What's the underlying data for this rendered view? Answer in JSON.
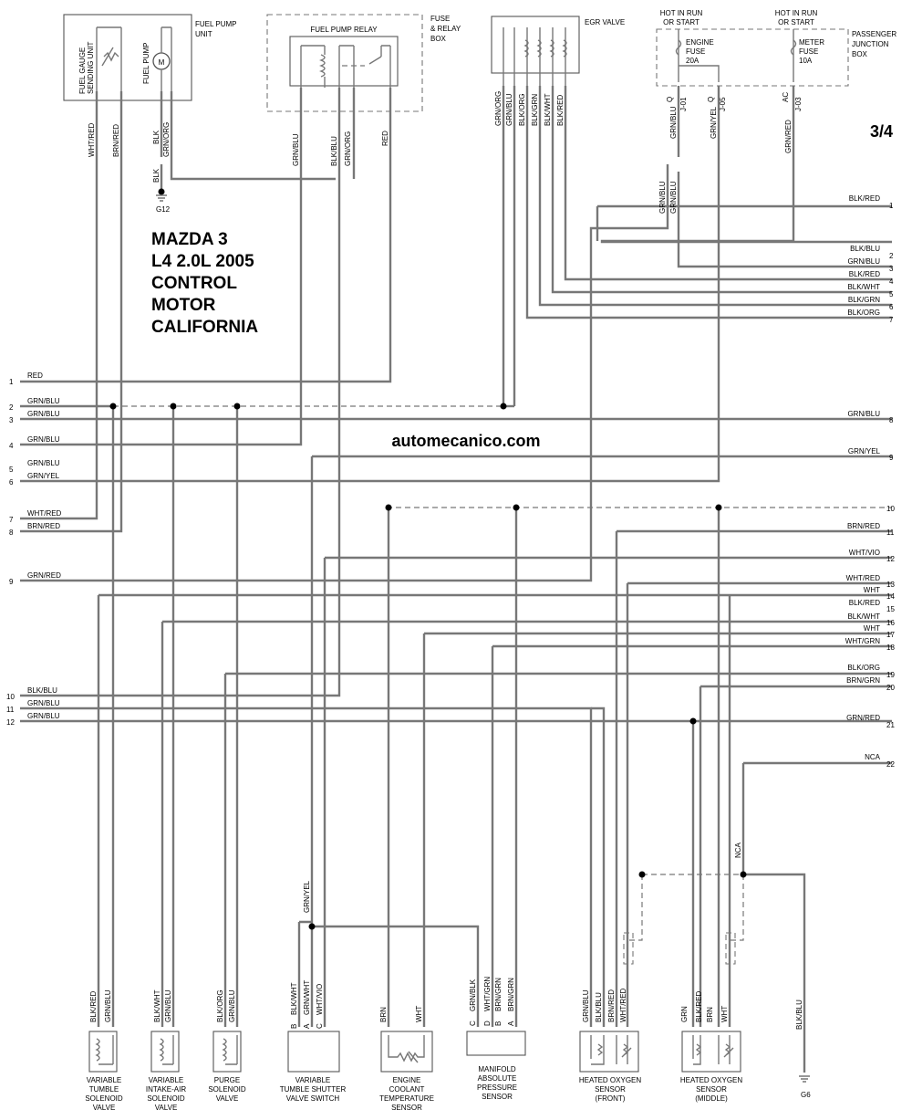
{
  "title_block": [
    "MAZDA 3",
    "L4 2.0L 2005",
    "CONTROL",
    "MOTOR",
    "CALIFORNIA"
  ],
  "page_indicator": "3/4",
  "watermark": "automecanico.com",
  "components": {
    "fuel_pump_unit": {
      "label": [
        "FUEL PUMP",
        "UNIT"
      ],
      "gauge": [
        "FUEL GAUGE",
        "SENDING UNIT"
      ],
      "pump": "FUEL PUMP",
      "motor": "M"
    },
    "fuse_relay_box": {
      "label": [
        "FUSE",
        "& RELAY",
        "BOX"
      ],
      "relay": "FUEL PUMP RELAY"
    },
    "egr_valve": "EGR VALVE",
    "passenger_junction_box": {
      "label": [
        "PASSENGER",
        "JUNCTION",
        "BOX"
      ],
      "hot1": [
        "HOT IN RUN",
        "OR START"
      ],
      "hot2": [
        "HOT IN RUN",
        "OR START"
      ],
      "fuse1": [
        "ENGINE",
        "FUSE",
        "20A"
      ],
      "fuse2": [
        "METER",
        "FUSE",
        "10A"
      ],
      "pins": [
        "Q",
        "J-01",
        "Q",
        "J-05",
        "AC",
        "J-03"
      ]
    },
    "ground_g12": "G12",
    "ground_g6": "G6",
    "bottom": [
      {
        "name": [
          "VARIABLE",
          "TUMBLE",
          "SOLENOID",
          "VALVE"
        ],
        "wires": [
          "BLK/RED",
          "GRN/BLU"
        ]
      },
      {
        "name": [
          "VARIABLE",
          "INTAKE-AIR",
          "SOLENOID",
          "VALVE"
        ],
        "wires": [
          "BLK/WHT",
          "GRN/BLU"
        ]
      },
      {
        "name": [
          "PURGE",
          "SOLENOID",
          "VALVE"
        ],
        "wires": [
          "BLK/ORG",
          "GRN/BLU"
        ]
      },
      {
        "name": [
          "VARIABLE",
          "TUMBLE SHUTTER",
          "VALVE SWITCH"
        ],
        "wires": [
          "BLK/WHT",
          "GRN/WHT",
          "WHT/VIO"
        ],
        "pins": [
          "B",
          "A",
          "C"
        ]
      },
      {
        "name": [
          "ENGINE",
          "COOLANT",
          "TEMPERATURE",
          "SENSOR"
        ],
        "wires": [
          "BRN",
          "WHT"
        ]
      },
      {
        "name": [
          "MANIFOLD",
          "ABSOLUTE",
          "PRESSURE",
          "SENSOR"
        ],
        "wires": [
          "GRN/BLK",
          "WHT/GRN",
          "BRN/GRN",
          "BRN/GRN"
        ],
        "pins": [
          "C",
          "D",
          "B",
          "A"
        ]
      },
      {
        "name": [
          "HEATED OXYGEN",
          "SENSOR",
          "(FRONT)"
        ],
        "wires": [
          "GRN/BLU",
          "BLK/BLU",
          "BRN/RED",
          "WHT/RED"
        ]
      },
      {
        "name": [
          "HEATED OXYGEN",
          "SENSOR",
          "(MIDDLE)"
        ],
        "wires": [
          "GRN",
          "BLK/RED",
          "BRN",
          "WHT"
        ]
      }
    ]
  },
  "vertical_labels": {
    "fuel_pump_unit": [
      "WHT/RED",
      "BRN/RED",
      "BLK",
      "GRN/ORG",
      "BLK"
    ],
    "relay": [
      "GRN/BLU",
      "BLK/BLU",
      "GRN/ORG",
      "RED"
    ],
    "egr": [
      "GRN/ORG",
      "GRN/BLU",
      "BLK/ORG",
      "BLK/GRN",
      "BLK/WHT",
      "BLK/RED"
    ],
    "junction": [
      "GRN/BLU",
      "GRN/YEL",
      "GRN/RED",
      "GRN/BLU",
      "GRN/BLU"
    ],
    "misc": [
      "GRN/YEL",
      "NCA",
      "BLK/BLU"
    ]
  },
  "left_connectors": [
    {
      "num": "1",
      "color": "RED"
    },
    {
      "num": "2",
      "color": "GRN/BLU"
    },
    {
      "num": "3",
      "color": "GRN/BLU"
    },
    {
      "num": "4",
      "color": "GRN/BLU"
    },
    {
      "num": "5",
      "color": "GRN/BLU"
    },
    {
      "num": "6",
      "color": "GRN/YEL"
    },
    {
      "num": "7",
      "color": "WHT/RED"
    },
    {
      "num": "8",
      "color": "BRN/RED"
    },
    {
      "num": "9",
      "color": "GRN/RED"
    },
    {
      "num": "10",
      "color": "BLK/BLU"
    },
    {
      "num": "11",
      "color": "GRN/BLU"
    },
    {
      "num": "12",
      "color": "GRN/BLU"
    }
  ],
  "right_connectors_top": [
    {
      "num": "1",
      "color": "BLK/RED"
    },
    {
      "num": "2",
      "color": "BLK/BLU"
    },
    {
      "num": "3",
      "color": "GRN/BLU"
    },
    {
      "num": "4",
      "color": "BLK/RED"
    },
    {
      "num": "5",
      "color": "BLK/WHT"
    },
    {
      "num": "6",
      "color": "BLK/GRN"
    },
    {
      "num": "7",
      "color": "BLK/ORG"
    }
  ],
  "right_connectors_bottom": [
    {
      "num": "8",
      "color": "GRN/BLU"
    },
    {
      "num": "9",
      "color": "GRN/YEL"
    },
    {
      "num": "10",
      "color": ""
    },
    {
      "num": "11",
      "color": "BRN/RED"
    },
    {
      "num": "12",
      "color": "WHT/VIO"
    },
    {
      "num": "13",
      "color": "WHT/RED"
    },
    {
      "num": "14",
      "color": "WHT"
    },
    {
      "num": "15",
      "color": "BLK/RED"
    },
    {
      "num": "16",
      "color": "BLK/WHT"
    },
    {
      "num": "17",
      "color": "WHT"
    },
    {
      "num": "18",
      "color": "WHT/GRN"
    },
    {
      "num": "19",
      "color": "BLK/ORG"
    },
    {
      "num": "20",
      "color": "BRN/GRN"
    },
    {
      "num": "21",
      "color": "GRN/RED"
    },
    {
      "num": "22",
      "color": "NCA"
    }
  ]
}
